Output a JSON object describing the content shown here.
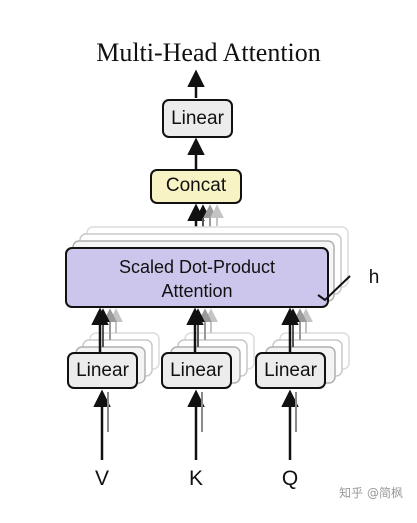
{
  "title": "Multi-Head Attention",
  "boxes": {
    "linear_top": "Linear",
    "concat": "Concat",
    "attention_line1": "Scaled Dot-Product",
    "attention_line2": "Attention",
    "linear_v": "Linear",
    "linear_k": "Linear",
    "linear_q": "Linear"
  },
  "heads_label": "h",
  "inputs": {
    "v": "V",
    "k": "K",
    "q": "Q"
  },
  "watermark": "知乎 @简枫",
  "colors": {
    "concat_fill": "#f7f3c4",
    "attention_fill": "#cdc6ec",
    "linear_fill": "#ececec",
    "stroke": "#111111"
  }
}
